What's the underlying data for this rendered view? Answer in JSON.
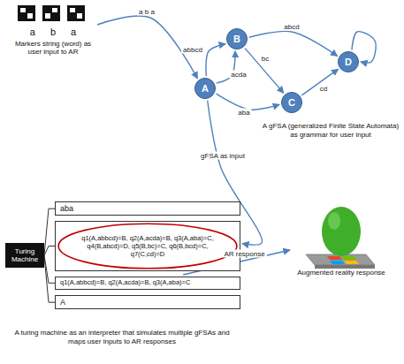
{
  "diagram": {
    "nodes": [
      {
        "text": [
          "a b a",
          "Markers string (word) as user input to AR"
        ]
      },
      {
        "text": [
          "A"
        ]
      },
      {
        "text": [
          "B"
        ]
      },
      {
        "text": [
          "C"
        ]
      },
      {
        "text": [
          "D"
        ]
      },
      {
        "text": [
          "Turing Machine"
        ]
      },
      {
        "text": [
          "aba"
        ]
      },
      {
        "text": [
          "q1(A,abbcd)=B, q2(A,acda)=B, q3(A,aba)=C, q4(B,abcd)=D, q5(B,bc)=C, q6(B,bcd)=C, q7(C,cd)=D"
        ]
      },
      {
        "text": [
          "q1(A,abbcd)=B, q2(A,acda)=B, q3(A,aba)=C"
        ]
      },
      {
        "text": [
          "A"
        ]
      },
      {
        "text": [
          "Augmented reality response"
        ]
      }
    ],
    "edges": [
      {
        "from": 0,
        "to": 1,
        "arrow": "to",
        "label": "a b a"
      },
      {
        "from": 1,
        "to": 2,
        "arrow": "to",
        "label": "abbcd"
      },
      {
        "from": 1,
        "to": 2,
        "arrow": "to",
        "label": "acda"
      },
      {
        "from": 1,
        "to": 3,
        "arrow": "to",
        "label": "aba"
      },
      {
        "from": 2,
        "to": 4,
        "arrow": "to",
        "label": "abcd"
      },
      {
        "from": 2,
        "to": 3,
        "arrow": "to",
        "label": "bc"
      },
      {
        "from": 3,
        "to": 4,
        "arrow": "to",
        "label": "cd"
      },
      {
        "from": 4,
        "to": 4,
        "arrow": "to"
      },
      {
        "from": 1,
        "to": 7,
        "arrow": "to",
        "label": "gFSA as input"
      },
      {
        "from": 8,
        "to": 10,
        "arrow": "to",
        "label": "AR response"
      }
    ],
    "labels": [
      "A gFSA (generalized Finite State Automata) as grammar for user input",
      "A turing machine as an interpreter that simulates multiple gFSAs and maps user inputs to AR responses"
    ]
  }
}
